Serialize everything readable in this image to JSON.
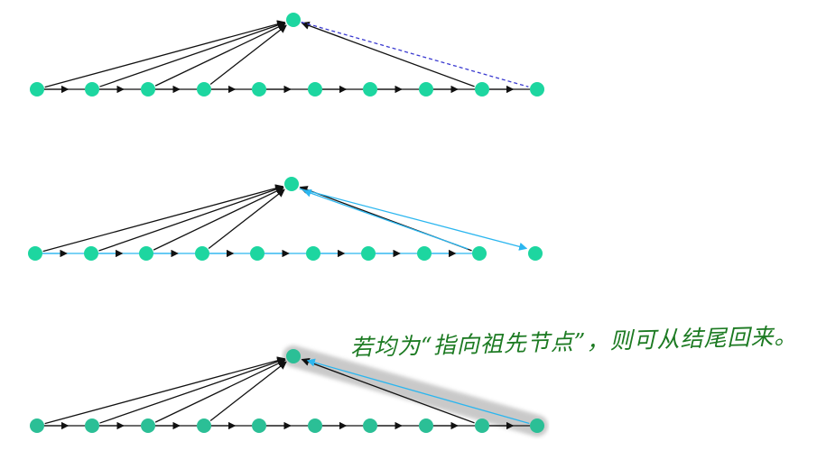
{
  "note": "若均为“指向祖先节点”，则可从结尾回来。",
  "colors": {
    "node": "#1dd6a0",
    "node_shaded": "#2bbf96",
    "arrow": "#111111",
    "cyan": "#2bb6ef",
    "dashed": "#3a3ad0",
    "shadow": "#c4c4c4"
  },
  "diagrams": [
    {
      "chain_color": "arrow",
      "top_to_last": "dashed",
      "last_back_from": 8,
      "shaded": false
    },
    {
      "chain_color": "cyan",
      "chain_skips_last": true,
      "top_to_last": "cyan",
      "last_back_from": 8,
      "shaded": false
    },
    {
      "chain_color": "arrow",
      "top_to_last": "cyan_back",
      "last_back_from": 8,
      "shaded": true
    }
  ]
}
